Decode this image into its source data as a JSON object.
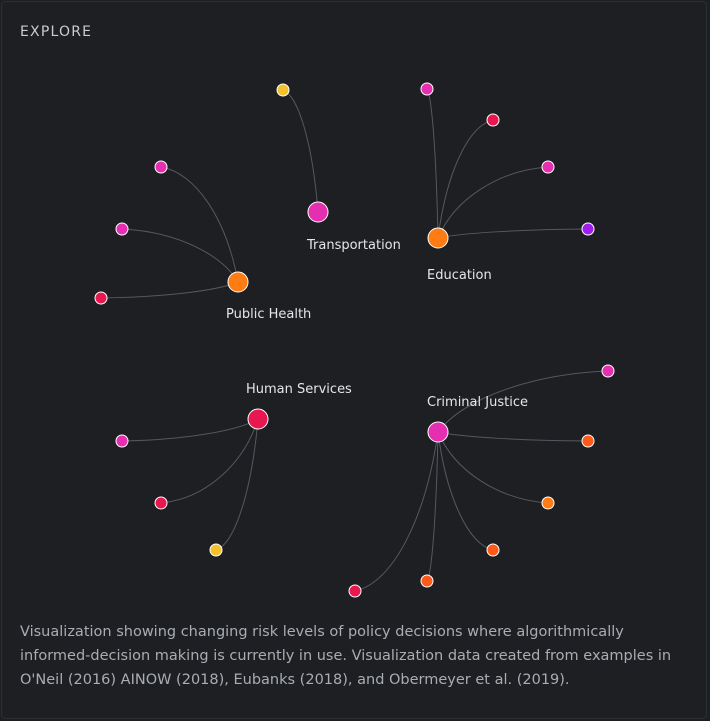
{
  "header": {
    "label": "EXPLORE"
  },
  "colors": {
    "background": "#1d1f22",
    "link": "#55585e",
    "node_stroke": "#ffffff",
    "palette": {
      "red": "#e8174f",
      "crimson": "#ff1a4a",
      "magenta": "#e62fb0",
      "orange": "#ff7b14",
      "orange_red": "#ff5a1a",
      "yellow": "#f2c12e",
      "purple": "#a01cf0"
    }
  },
  "clusters": [
    {
      "name": "Transportation",
      "hub_color": "magenta",
      "leaves": [
        "yellow"
      ]
    },
    {
      "name": "Education",
      "hub_color": "orange",
      "leaves": [
        "magenta",
        "red",
        "magenta",
        "purple"
      ]
    },
    {
      "name": "Public Health",
      "hub_color": "orange",
      "leaves": [
        "magenta",
        "magenta",
        "red"
      ]
    },
    {
      "name": "Human Services",
      "hub_color": "red",
      "leaves": [
        "magenta",
        "red",
        "yellow"
      ]
    },
    {
      "name": "Criminal Justice",
      "hub_color": "magenta",
      "leaves": [
        "magenta",
        "orange_red",
        "orange",
        "orange_red",
        "orange_red",
        "red"
      ]
    }
  ],
  "caption": "Visualization showing changing risk levels of policy decisions where algorithmically informed-decision making is currently in use. Visualization data created from examples in O'Neil (2016) AINOW (2018), Eubanks (2018), and Obermeyer et al. (2019)."
}
